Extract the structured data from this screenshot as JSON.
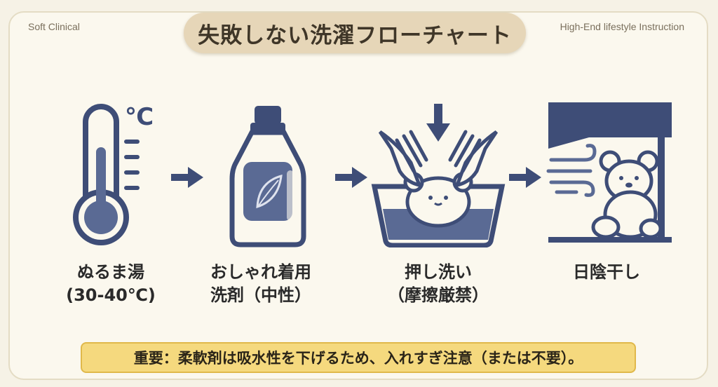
{
  "header": {
    "left_tag": "Soft Clinical",
    "title": "失敗しない洗濯フローチャート",
    "right_tag": "High-End lifestyle Instruction"
  },
  "steps": [
    {
      "icon": "thermometer-icon",
      "line1": "ぬるま湯",
      "line2": "(30-40℃)",
      "unit": "℃"
    },
    {
      "icon": "detergent-bottle-icon",
      "line1": "おしゃれ着用",
      "line2": "洗剤（中性）"
    },
    {
      "icon": "hand-pressing-wash-icon",
      "line1": "押し洗い",
      "line2": "（摩擦厳禁）"
    },
    {
      "icon": "shade-drying-icon",
      "line1": "日陰干し",
      "line2": ""
    }
  ],
  "notice": {
    "text": "重要：柔軟剤は吸水性を下げるため、入れすぎ注意（または不要）。"
  },
  "colors": {
    "icon_navy": "#3e4d77",
    "icon_fill": "#5a6a94",
    "background": "#fbf8ee",
    "title_pill": "#e6d6b8",
    "notice_bg": "#f5d97e"
  }
}
